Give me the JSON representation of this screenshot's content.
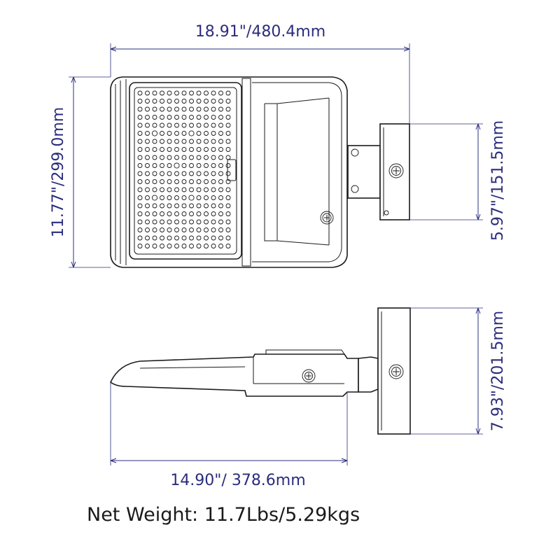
{
  "dimensions": {
    "overall_length": "18.91\"/480.4mm",
    "overall_width": "11.77\"/299.0mm",
    "bracket_width": "5.97\"/151.5mm",
    "bracket_height": "7.93\"/201.5mm",
    "housing_length": "14.90\"/ 378.6mm"
  },
  "weight_label": "Net Weight: 11.7Lbs/5.29kgs",
  "colors": {
    "dimension": "#2b2d7c",
    "outline": "#1a1a1a"
  }
}
